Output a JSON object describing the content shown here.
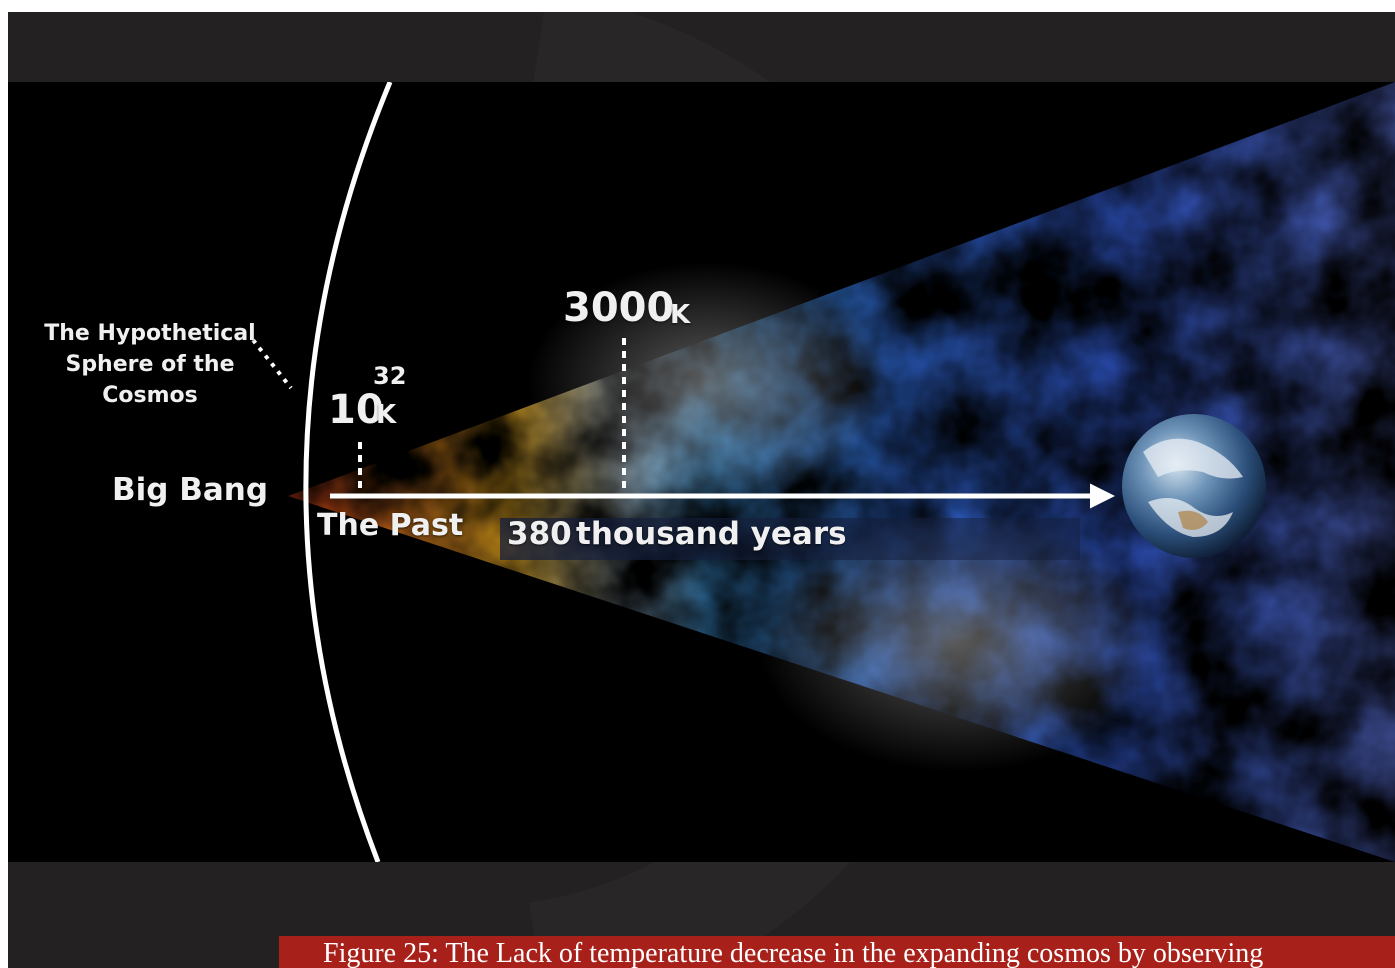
{
  "diagram": {
    "sphere_label": "The Hypothetical Sphere of the Cosmos",
    "origin_label": "Big Bang",
    "past_label": "The Past",
    "duration": {
      "value": "380",
      "unit": "thousand years"
    },
    "temperature_early": {
      "base": "10",
      "exponent": "32",
      "unit": "K"
    },
    "temperature_recombination": {
      "value": "3000",
      "unit": "K"
    },
    "observer": "earth-globe"
  },
  "caption": "Figure 25: The Lack of temperature decrease in the expanding cosmos by observing",
  "colors": {
    "frame": "#232121",
    "panel": "#000000",
    "caption_bar": "#a8201a",
    "hot": "#e8401a",
    "warm": "#f0b020",
    "cool": "#2f56c8"
  }
}
